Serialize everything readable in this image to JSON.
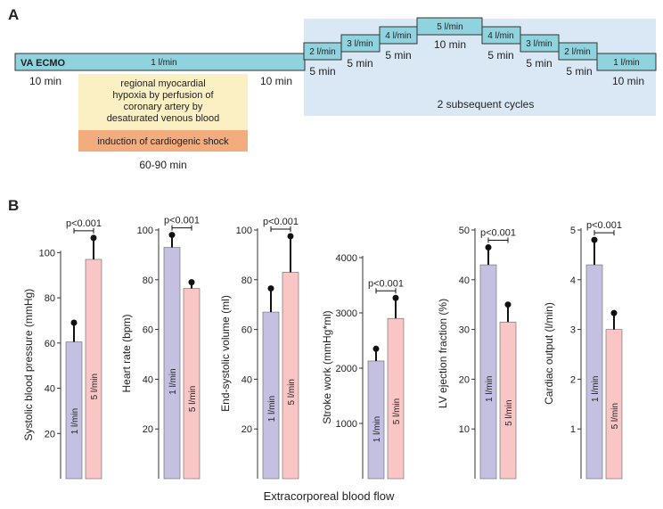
{
  "panel_a": {
    "letter": "A",
    "baseline_label": "VA ECMO",
    "baseline_flow": "1 l/min",
    "pre_duration": "10 min",
    "post_duration": "10 min",
    "hypoxia_text": [
      "regional myocardial",
      "hypoxia by perfusion of",
      "coronary artery by",
      "desaturated venous blood"
    ],
    "shock_text": "induction of cardiogenic shock",
    "shock_duration": "60-90 min",
    "cycles_label": "2 subsequent cycles",
    "steps": [
      {
        "flow": "2 l/min",
        "duration": "5 min"
      },
      {
        "flow": "3 l/min",
        "duration": "5 min"
      },
      {
        "flow": "4 l/min",
        "duration": "5 min"
      },
      {
        "flow": "5 l/min",
        "duration": "10 min"
      },
      {
        "flow": "4 l/min",
        "duration": "5 min"
      },
      {
        "flow": "3 l/min",
        "duration": "5 min"
      },
      {
        "flow": "2 l/min",
        "duration": "5 min"
      },
      {
        "flow": "1 l/min",
        "duration": "10 min"
      }
    ],
    "colors": {
      "bar": "#8fd3de",
      "cycle_bg": "#dae8f5",
      "hypoxia_bg": "#fbf0c3",
      "shock_bg": "#f2ac7e"
    }
  },
  "panel_b": {
    "letter": "B",
    "x_caption": "Extracorporeal blood flow",
    "colors": {
      "low": "#c3c0e2",
      "high": "#f9c5c5"
    }
  },
  "chart_data": [
    {
      "type": "bar",
      "ylabel": "Systolic blood pressure (mmHg)",
      "categories": [
        "1 l/min",
        "5 l/min"
      ],
      "values": [
        60.5,
        97
      ],
      "errors": [
        8.5,
        9.5
      ],
      "yticks": [
        20,
        40,
        60,
        80,
        100
      ],
      "ylim": [
        0,
        110
      ],
      "pvalue": "p<0.001"
    },
    {
      "type": "bar",
      "ylabel": "Heart rate (bpm)",
      "categories": [
        "1 l/min",
        "5 l/min"
      ],
      "values": [
        93,
        76.5
      ],
      "errors": [
        5,
        2.5
      ],
      "yticks": [
        20,
        40,
        60,
        80,
        100
      ],
      "ylim": [
        0,
        100
      ],
      "pvalue": "p<0.001"
    },
    {
      "type": "bar",
      "ylabel": "End-systolic volume (ml)",
      "categories": [
        "1 l/min",
        "5 l/min"
      ],
      "values": [
        67,
        83
      ],
      "errors": [
        9.5,
        14.5
      ],
      "yticks": [
        20,
        40,
        60,
        80,
        100
      ],
      "ylim": [
        0,
        100
      ],
      "pvalue": "p<0.001"
    },
    {
      "type": "bar",
      "ylabel": "Stroke work (mmHg*ml)",
      "categories": [
        "1 l/min",
        "5 l/min"
      ],
      "values": [
        2130,
        2900
      ],
      "errors": [
        220,
        370
      ],
      "yticks": [
        1000,
        2000,
        3000,
        4000
      ],
      "ylim": [
        0,
        4500
      ],
      "pvalue": "p<0.001"
    },
    {
      "type": "bar",
      "ylabel": "LV ejection fraction (%)",
      "categories": [
        "1 l/min",
        "5 l/min"
      ],
      "values": [
        43,
        31.5
      ],
      "errors": [
        3.5,
        3.5
      ],
      "yticks": [
        10,
        20,
        30,
        40,
        50
      ],
      "ylim": [
        0,
        50
      ],
      "pvalue": "p<0.001"
    },
    {
      "type": "bar",
      "ylabel": "Cardiac output (l/min)",
      "categories": [
        "1 l/min",
        "5 l/min"
      ],
      "values": [
        4.3,
        3.0
      ],
      "errors": [
        0.5,
        0.33
      ],
      "yticks": [
        1,
        2,
        3,
        4,
        5
      ],
      "ylim": [
        0,
        5
      ],
      "pvalue": "p<0.001"
    }
  ]
}
